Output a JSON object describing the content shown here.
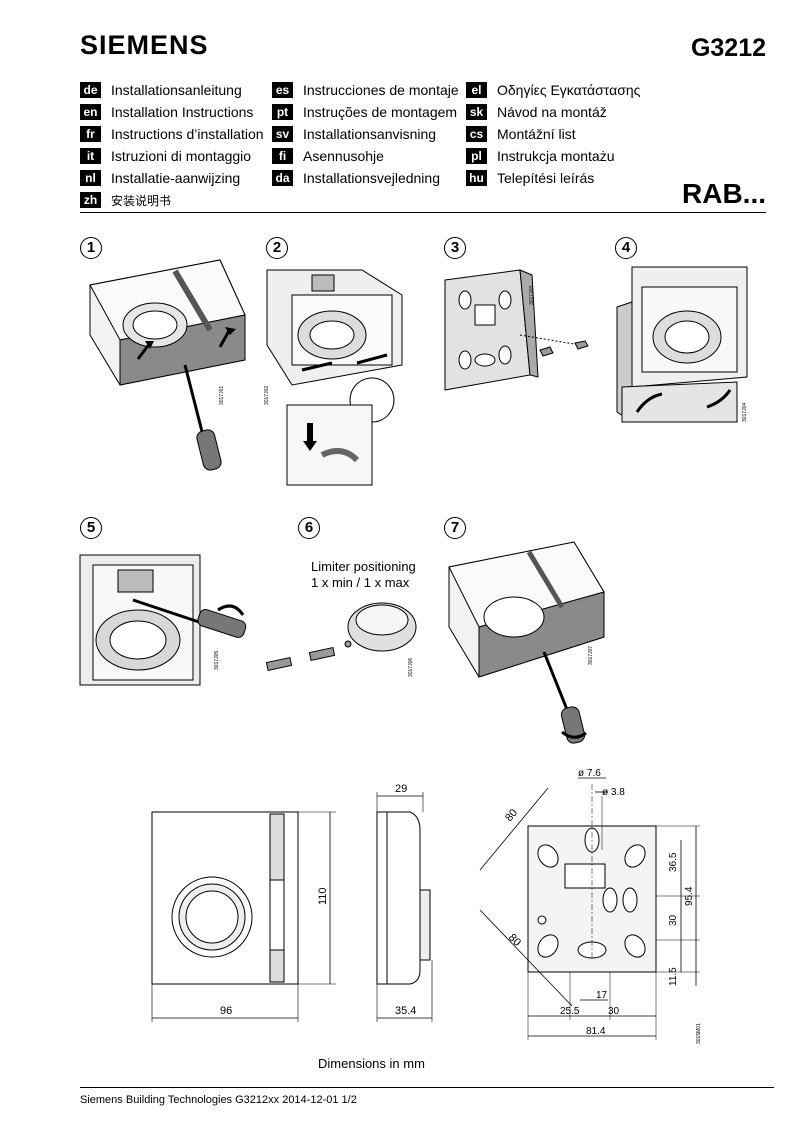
{
  "header": {
    "brand": "SIEMENS",
    "doc_number": "G3212",
    "model": "RAB..."
  },
  "languages": [
    {
      "code": "de",
      "label": "Installationsanleitung"
    },
    {
      "code": "en",
      "label": "Installation Instructions"
    },
    {
      "code": "fr",
      "label": "Instructions d’installation"
    },
    {
      "code": "it",
      "label": "Istruzioni di montaggio"
    },
    {
      "code": "nl",
      "label": "Installatie-aanwijzing"
    },
    {
      "code": "zh",
      "label": "安装说明书"
    },
    {
      "code": "es",
      "label": "Instrucciones de montaje"
    },
    {
      "code": "pt",
      "label": "Instruções de montagem"
    },
    {
      "code": "sv",
      "label": "Installationsanvisning"
    },
    {
      "code": "fi",
      "label": "Asennusohje"
    },
    {
      "code": "da",
      "label": "Installationsvejledning"
    },
    {
      "code": "el",
      "label": "Οδηγίες Εγκατάστασης"
    },
    {
      "code": "sk",
      "label": "Návod na montáž"
    },
    {
      "code": "cs",
      "label": "Montážní list"
    },
    {
      "code": "pl",
      "label": "Instrukcja montażu"
    },
    {
      "code": "hu",
      "label": "Telepítési leírás"
    }
  ],
  "steps": [
    "1",
    "2",
    "3",
    "4",
    "5",
    "6",
    "7"
  ],
  "step6": {
    "caption_line1": "Limiter positioning",
    "caption_line2": "1 x min / 1 x max"
  },
  "figure_codes": {
    "f1": "3017J01",
    "f2": "3017J02",
    "f3": "3017J03",
    "f4": "3017J04",
    "f5": "3017J05",
    "f6": "3017J06",
    "f7": "3017J07",
    "dims": "3015M01"
  },
  "dimensions": {
    "front_width": "96",
    "front_height": "110",
    "side_top": "29",
    "side_bottom": "35.4",
    "hole_large": "ø 7.6",
    "hole_small": "ø 3.8",
    "diag_top": "80",
    "diag_side": "80",
    "v_36_5": "36.5",
    "v_95_4": "95.4",
    "v_30": "30",
    "v_11_5": "11.5",
    "h_17": "17",
    "h_25_5": "25.5",
    "h_30": "30",
    "h_81_4": "81.4",
    "caption": "Dimensions in mm"
  },
  "footer": {
    "text": "Siemens Building Technologies  G3212xx  2014-12-01  1/2"
  }
}
